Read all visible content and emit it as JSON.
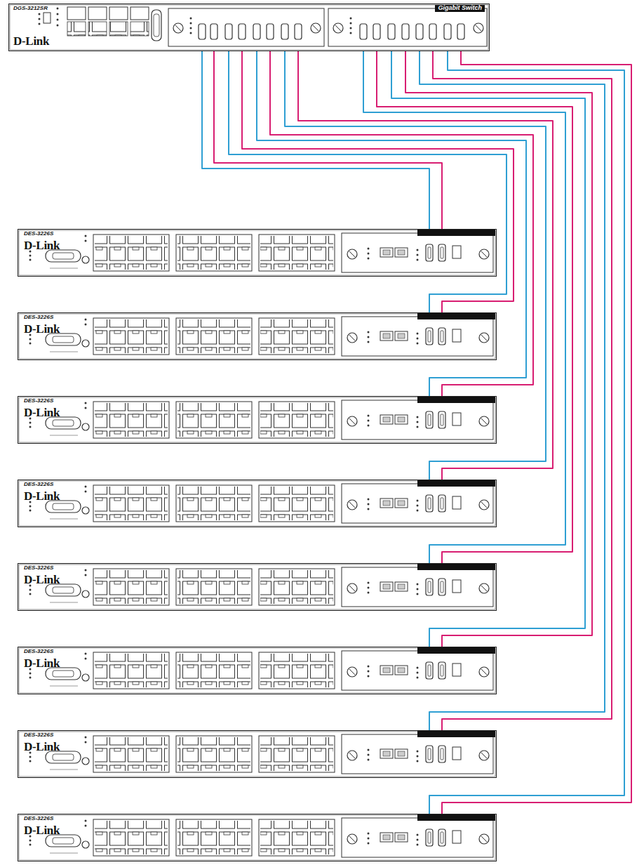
{
  "diagram": {
    "nodes": [
      {
        "text": [
          "DGS-3212SR",
          "D-Link",
          "Gigabit Switch"
        ]
      },
      {
        "text": [
          "DES-3226S",
          "D-Link"
        ]
      },
      {
        "text": [
          "DES-3226S",
          "D-Link"
        ]
      },
      {
        "text": [
          "DES-3226S",
          "D-Link"
        ]
      },
      {
        "text": [
          "DES-3226S",
          "D-Link"
        ]
      },
      {
        "text": [
          "DES-3226S",
          "D-Link"
        ]
      },
      {
        "text": [
          "DES-3226S",
          "D-Link"
        ]
      },
      {
        "text": [
          "DES-3226S",
          "D-Link"
        ]
      },
      {
        "text": [
          "DES-3226S",
          "D-Link"
        ]
      }
    ],
    "edges": [
      {
        "from": 0,
        "to": 1,
        "arrow": "none"
      },
      {
        "from": 0,
        "to": 1,
        "arrow": "none"
      },
      {
        "from": 0,
        "to": 2,
        "arrow": "none"
      },
      {
        "from": 0,
        "to": 2,
        "arrow": "none"
      },
      {
        "from": 0,
        "to": 3,
        "arrow": "none"
      },
      {
        "from": 0,
        "to": 3,
        "arrow": "none"
      },
      {
        "from": 0,
        "to": 4,
        "arrow": "none"
      },
      {
        "from": 0,
        "to": 4,
        "arrow": "none"
      },
      {
        "from": 0,
        "to": 5,
        "arrow": "none"
      },
      {
        "from": 0,
        "to": 5,
        "arrow": "none"
      },
      {
        "from": 0,
        "to": 6,
        "arrow": "none"
      },
      {
        "from": 0,
        "to": 6,
        "arrow": "none"
      },
      {
        "from": 0,
        "to": 7,
        "arrow": "none"
      },
      {
        "from": 0,
        "to": 7,
        "arrow": "none"
      },
      {
        "from": 0,
        "to": 8,
        "arrow": "none"
      },
      {
        "from": 0,
        "to": 8,
        "arrow": "none"
      }
    ]
  }
}
